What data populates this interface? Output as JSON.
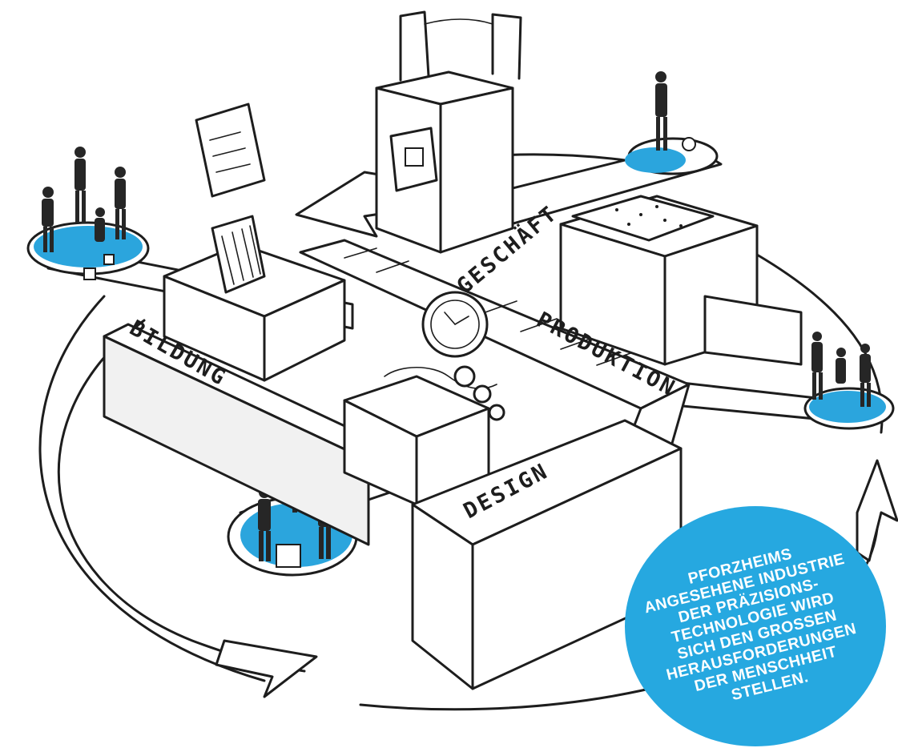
{
  "labels": {
    "geschaeft": "GESCHÄFT",
    "bildung": "BILDUNG",
    "produktion": "PRODUKTION",
    "design": "DESIGN"
  },
  "badge": {
    "lines": [
      "PFORZHEIMS",
      "ANGESEHENE INDUSTRIE",
      "DER PRÄZISIONS-",
      "TECHNOLOGIE WIRD",
      "SICH DEN GROSSEN",
      "HERAUSFORDERUNGEN",
      "DER MENSCHHEIT",
      "STELLEN."
    ]
  },
  "colors": {
    "accent_blue": "#26a8e0",
    "ink": "#1d1d1d",
    "paper": "#ffffff"
  }
}
